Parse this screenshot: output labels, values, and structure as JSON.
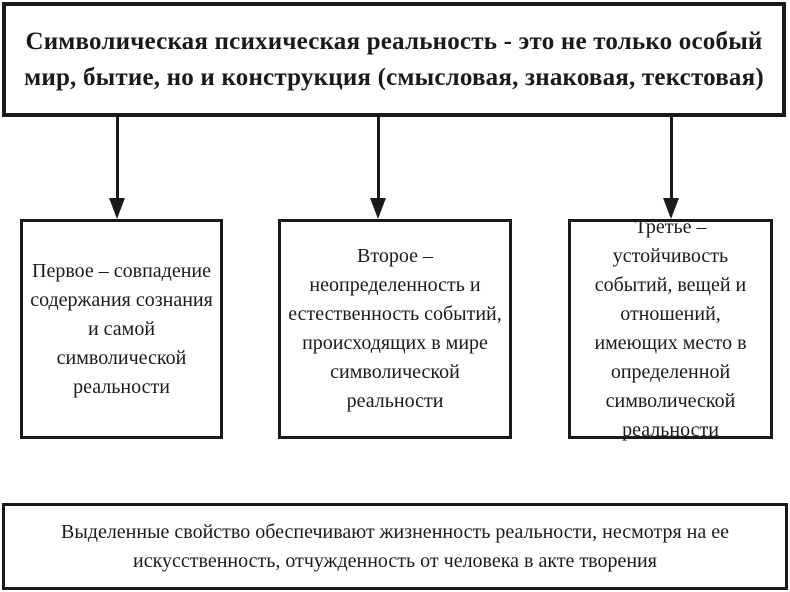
{
  "diagram": {
    "title": "Символическая психическая реальность - это не только особый\nмир, бытие, но и конструкция (смысловая, знаковая, текстовая)",
    "boxes": [
      {
        "label": "Первое – совпадение\nсодержания сознания\nи самой\nсимволической\nреальности"
      },
      {
        "label": "Второе –\nнеопределенность и\nестественность событий,\nпроисходящих в мире\nсимволической\nреальности"
      },
      {
        "label": "Третье –\nустойчивость\nсобытий, вещей и\nотношений,\nимеющих место в\nопределенной\nсимволической\nреальности"
      }
    ],
    "footer": "Выделенные свойство обеспечивают жизненность реальности, несмотря на ее\nискусственность, отчужденность от человека в акте творения",
    "colors": {
      "border": "#1a1a1a",
      "text": "#1a1a1a",
      "background": "#ffffff"
    }
  }
}
